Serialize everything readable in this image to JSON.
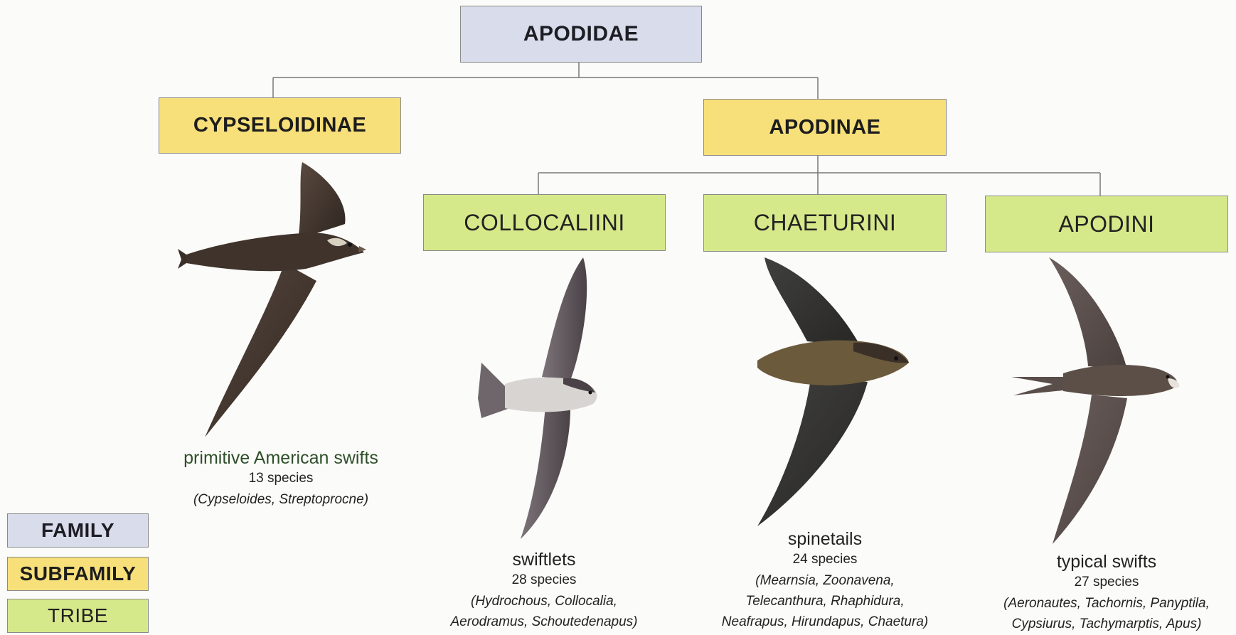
{
  "colors": {
    "family": "#d9dceb",
    "subfamily": "#f7e07a",
    "tribe": "#d6e98a",
    "connector": "#777777",
    "background": "#fbfbf9"
  },
  "tree": {
    "family": {
      "label": "APODIDAE"
    },
    "subfamilies": [
      {
        "label": "CYPSELOIDINAE",
        "bird_icon": "dark-swift-illustration",
        "common_name": "primitive American swifts",
        "species": "13 species",
        "genera": "(Cypseloides, Streptoprocne)"
      },
      {
        "label": "APODINAE"
      }
    ],
    "tribes": [
      {
        "label": "COLLOCALIINI",
        "bird_icon": "swiftlet-illustration",
        "common_name": "swiftlets",
        "species": "28 species",
        "genera_line1": "(Hydrochous, Collocalia,",
        "genera_line2": "Aerodramus, Schoutedenapus)"
      },
      {
        "label": "CHAETURINI",
        "bird_icon": "spinetail-illustration",
        "common_name": "spinetails",
        "species": "24 species",
        "genera_line1": "(Mearnsia, Zoonavena,",
        "genera_line2": "Telecanthura, Rhaphidura,",
        "genera_line3": "Neafrapus, Hirundapus, Chaetura)"
      },
      {
        "label": "APODINI",
        "bird_icon": "typical-swift-illustration",
        "common_name": "typical swifts",
        "species": "27 species",
        "genera_line1": "(Aeronautes, Tachornis, Panyptila,",
        "genera_line2": "Cypsiurus, Tachymarptis, Apus)"
      }
    ]
  },
  "legend": [
    {
      "label": "FAMILY"
    },
    {
      "label": "SUBFAMILY"
    },
    {
      "label": "TRIBE"
    }
  ]
}
